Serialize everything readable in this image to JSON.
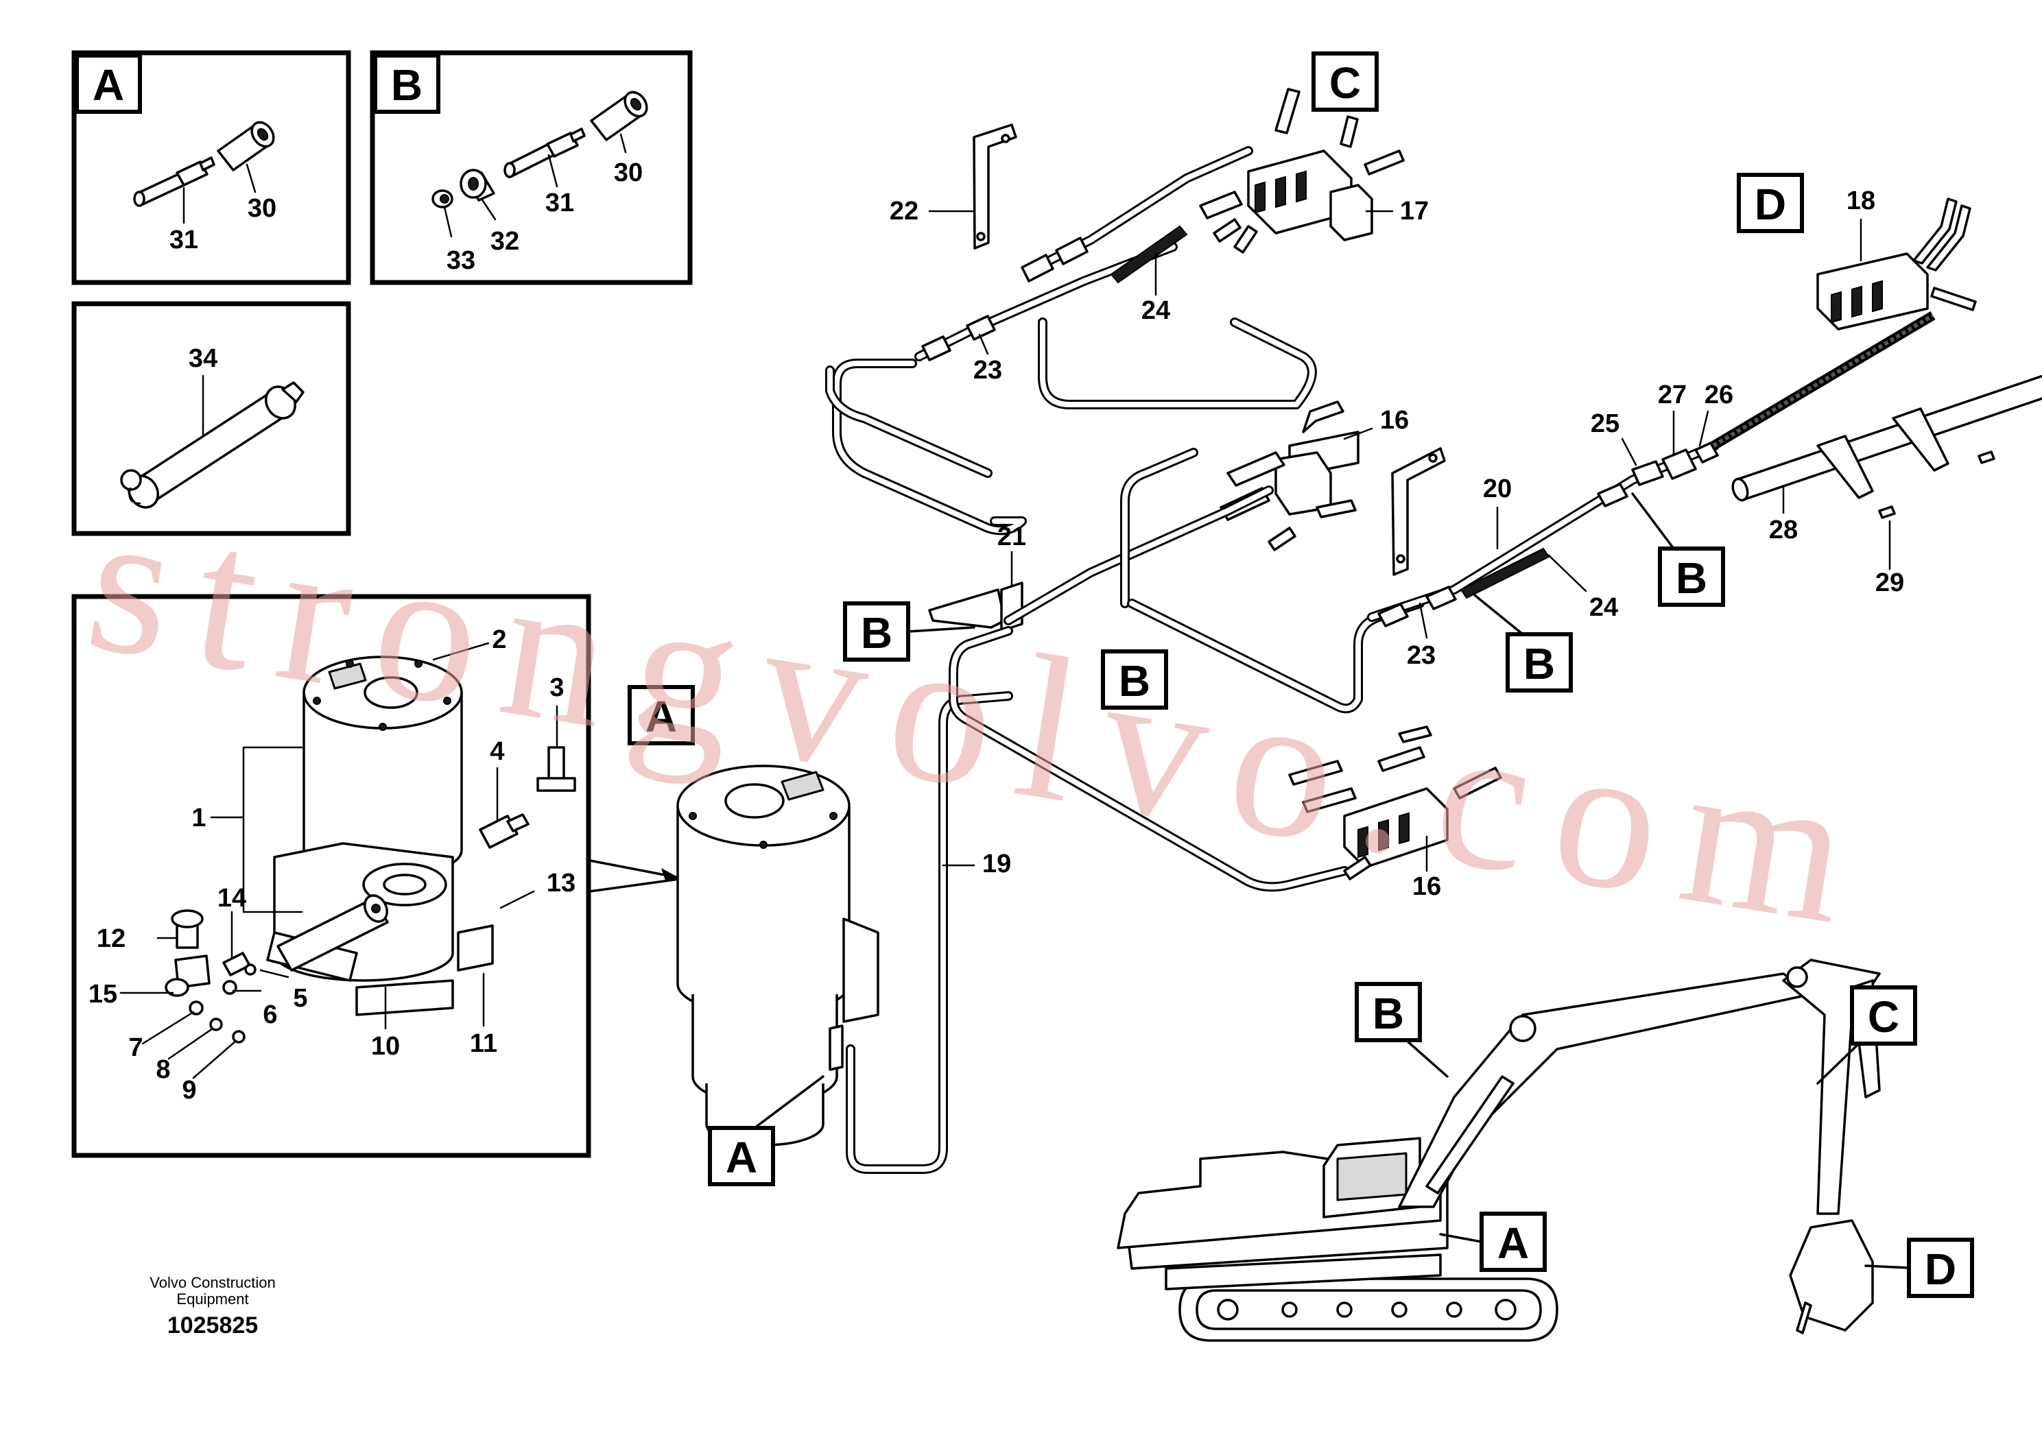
{
  "watermark": "strongvolvo.com",
  "footer": {
    "maker_line1": "Volvo Construction",
    "maker_line2": "Equipment",
    "drawing_number": "1025825"
  },
  "detail_boxes": {
    "A": "A",
    "B": "B"
  },
  "callout_letters": {
    "A": "A",
    "B": "B",
    "C": "C",
    "D": "D"
  },
  "part_numbers": {
    "p1": "1",
    "p2": "2",
    "p3": "3",
    "p4": "4",
    "p5": "5",
    "p6": "6",
    "p7": "7",
    "p8": "8",
    "p9": "9",
    "p10": "10",
    "p11": "11",
    "p12": "12",
    "p13": "13",
    "p14": "14",
    "p15": "15",
    "p16": "16",
    "p17": "17",
    "p18": "18",
    "p19": "19",
    "p20": "20",
    "p21": "21",
    "p22": "22",
    "p23": "23",
    "p24": "24",
    "p25": "25",
    "p26": "26",
    "p27": "27",
    "p28": "28",
    "p29": "29",
    "p30": "30",
    "p31": "31",
    "p32": "32",
    "p33": "33",
    "p34": "34"
  }
}
